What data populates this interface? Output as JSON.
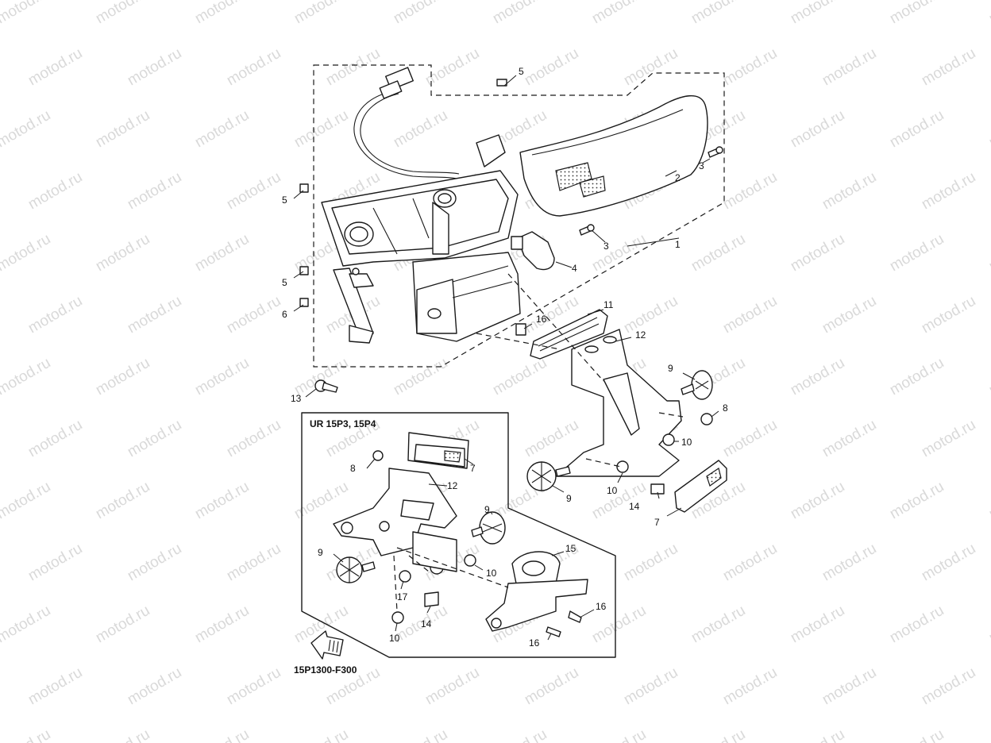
{
  "watermark": "motod.ru",
  "inset_title": "UR 15P3, 15P4",
  "figure_code": "15P1300-F300",
  "callouts": {
    "c1": "1",
    "c2": "2",
    "c3a": "3",
    "c3b": "3",
    "c4": "4",
    "c5a": "5",
    "c5b": "5",
    "c5c": "5",
    "c6": "6",
    "c7a": "7",
    "c7b": "7",
    "c8a": "8",
    "c8b": "8",
    "c9a": "9",
    "c9b": "9",
    "c9c": "9",
    "c9d": "9",
    "c10a": "10",
    "c10b": "10",
    "c10c": "10",
    "c10d": "10",
    "c11": "11",
    "c12a": "12",
    "c12b": "12",
    "c13": "13",
    "c14a": "14",
    "c14b": "14",
    "c15": "15",
    "c16a": "16",
    "c16b": "16",
    "c16c": "16",
    "c17": "17"
  }
}
